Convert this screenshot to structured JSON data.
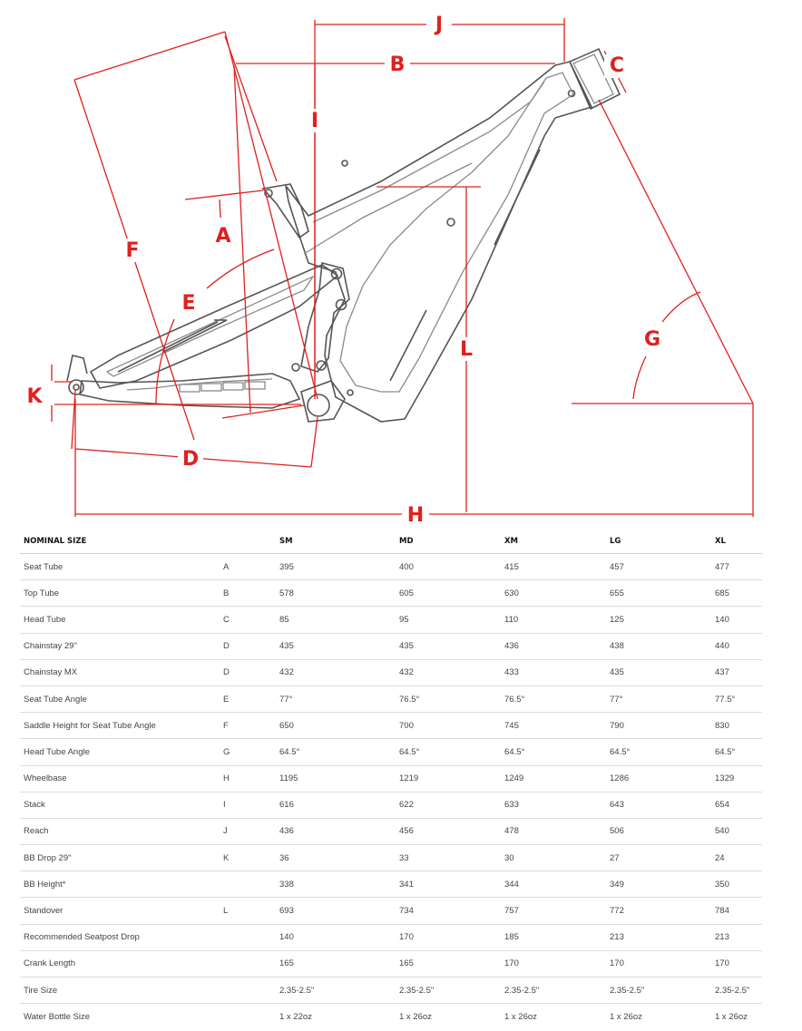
{
  "diagram": {
    "labels": {
      "A": "A",
      "B": "B",
      "C": "C",
      "D": "D",
      "E": "E",
      "F": "F",
      "G": "G",
      "H": "H",
      "I": "I",
      "J": "J",
      "K": "K",
      "L": "L"
    }
  },
  "table": {
    "headers": [
      "NOMINAL SIZE",
      "",
      "SM",
      "MD",
      "XM",
      "LG",
      "XL"
    ],
    "rows": [
      [
        "Seat Tube",
        "A",
        "395",
        "400",
        "415",
        "457",
        "477"
      ],
      [
        "Top Tube",
        "B",
        "578",
        "605",
        "630",
        "655",
        "685"
      ],
      [
        "Head Tube",
        "C",
        "85",
        "95",
        "110",
        "125",
        "140"
      ],
      [
        "Chainstay 29\"",
        "D",
        "435",
        "435",
        "436",
        "438",
        "440"
      ],
      [
        "Chainstay MX",
        "D",
        "432",
        "432",
        "433",
        "435",
        "437"
      ],
      [
        "Seat Tube Angle",
        "E",
        "77°",
        "76.5°",
        "76.5°",
        "77°",
        "77.5°"
      ],
      [
        "Saddle Height for Seat Tube Angle",
        "F",
        "650",
        "700",
        "745",
        "790",
        "830"
      ],
      [
        "Head Tube Angle",
        "G",
        "64.5°",
        "64.5°",
        "64.5°",
        "64.5°",
        "64.5°"
      ],
      [
        "Wheelbase",
        "H",
        "1195",
        "1219",
        "1249",
        "1286",
        "1329"
      ],
      [
        "Stack",
        "I",
        "616",
        "622",
        "633",
        "643",
        "654"
      ],
      [
        "Reach",
        "J",
        "436",
        "456",
        "478",
        "506",
        "540"
      ],
      [
        "BB Drop 29\"",
        "K",
        "36",
        "33",
        "30",
        "27",
        "24"
      ],
      [
        "BB Height*",
        "",
        "338",
        "341",
        "344",
        "349",
        "350"
      ],
      [
        "Standover",
        "L",
        "693",
        "734",
        "757",
        "772",
        "784"
      ],
      [
        "Recommended Seatpost Drop",
        "",
        "140",
        "170",
        "185",
        "213",
        "213"
      ],
      [
        "Crank Length",
        "",
        "165",
        "165",
        "170",
        "170",
        "170"
      ],
      [
        "Tire Size",
        "",
        "2.35-2.5\"",
        "2.35-2.5\"",
        "2.35-2.5\"",
        "2.35-2.5\"",
        "2.35-2.5\""
      ],
      [
        "Water Bottle Size",
        "",
        "1 x 22oz",
        "1 x 26oz",
        "1 x 26oz",
        "1 x 26oz",
        "1 x 26oz"
      ]
    ]
  }
}
